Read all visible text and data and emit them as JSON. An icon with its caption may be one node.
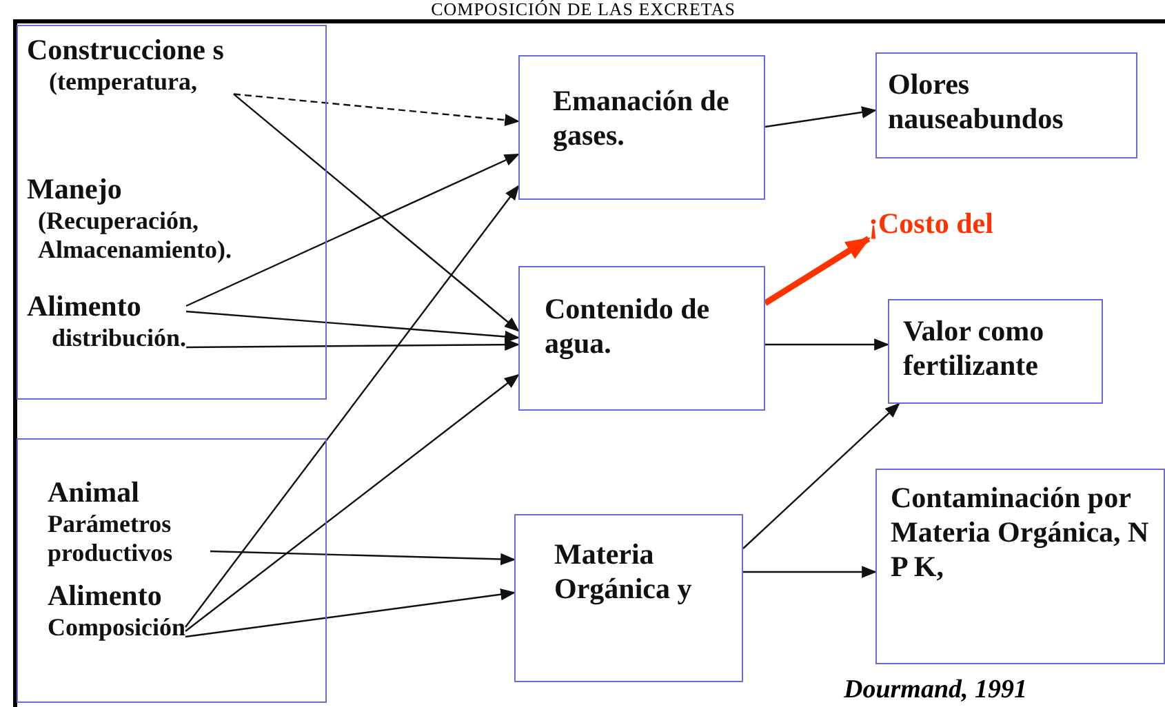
{
  "diagram": {
    "title": "COMPOSICIÓN DE LAS EXCRETAS",
    "nodes": [
      {
        "text": [],
        "shape": "box"
      },
      {
        "text": [
          "Construccione s",
          "(temperatura,"
        ],
        "in": 0
      },
      {
        "text": [
          "Manejo",
          "(Recuperación, Almacenamiento)."
        ],
        "in": 0
      },
      {
        "text": [
          "Alimento",
          "distribución."
        ],
        "in": 0
      },
      {
        "text": [],
        "shape": "box"
      },
      {
        "text": [
          "Animal",
          "Parámetros productivos"
        ],
        "in": 4
      },
      {
        "text": [
          "Alimento",
          "Composición"
        ],
        "in": 4
      },
      {
        "text": [
          "Emanación de gases."
        ]
      },
      {
        "text": [
          "Olores nauseabundos"
        ]
      },
      {
        "text": [
          "Contenido de agua."
        ]
      },
      {
        "text": [
          "¡Costo del"
        ]
      },
      {
        "text": [
          "Valor como fertilizante"
        ]
      },
      {
        "text": [
          "Materia Orgánica y"
        ]
      },
      {
        "text": [
          "Contaminación por Materia Orgánica, N P K,"
        ]
      }
    ],
    "edges": [
      {
        "from": 1,
        "to": 7,
        "arrow": "to",
        "style": "dashed"
      },
      {
        "from": 1,
        "to": 9,
        "arrow": "to"
      },
      {
        "from": 3,
        "to": 7,
        "arrow": "to"
      },
      {
        "from": 3,
        "to": 9,
        "arrow": "to"
      },
      {
        "from": 3,
        "to": 9,
        "arrow": "to"
      },
      {
        "from": 6,
        "to": 7,
        "arrow": "to"
      },
      {
        "from": 6,
        "to": 9,
        "arrow": "to"
      },
      {
        "from": 5,
        "to": 12,
        "arrow": "to"
      },
      {
        "from": 6,
        "to": 12,
        "arrow": "to"
      },
      {
        "from": 7,
        "to": 8,
        "arrow": "to"
      },
      {
        "from": 9,
        "to": 10,
        "arrow": "to",
        "style": "thick",
        "color": "#ff3300"
      },
      {
        "from": 9,
        "to": 11,
        "arrow": "to"
      },
      {
        "from": 12,
        "to": 11,
        "arrow": "to"
      },
      {
        "from": 12,
        "to": 13,
        "arrow": "to"
      }
    ],
    "labels": [
      "Dourmand, 1991"
    ]
  }
}
